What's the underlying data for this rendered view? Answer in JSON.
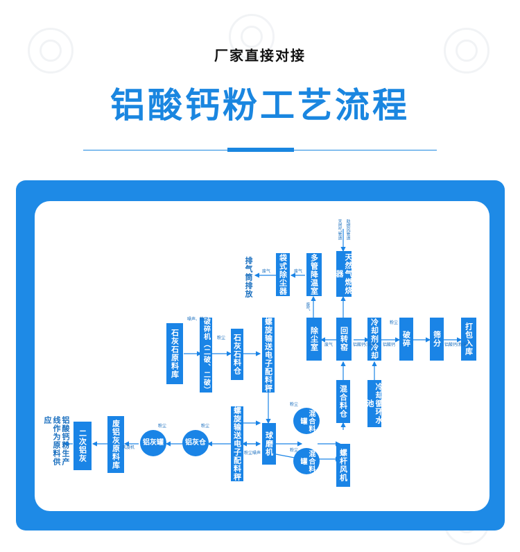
{
  "header": {
    "tagline": "厂家直接对接",
    "title": "铝酸钙粉工艺流程"
  },
  "colors": {
    "accent": "#1a84e6",
    "frame": "#1e8ae6",
    "label": "#1a6fbf"
  },
  "diagram": {
    "nodes": {
      "output_left": "铝酸钙粉生产线作为原料供应",
      "secondary_ash": "二次铝灰",
      "waste_ash_store": "废铝灰原料库",
      "ash_tank": "铝灰罐",
      "ash_silo": "铝灰仓",
      "limestone_store": "石灰石原料库",
      "crusher": "破碎机（二破、二破）",
      "lime_silo": "石灰石料仓",
      "screw_scale_upper": "螺旋输送电子配料秤",
      "screw_scale_lower": "螺旋输送电子配料秤",
      "ball_mill": "球磨机",
      "mix_tank_1": "混合料罐",
      "mix_tank_2": "混合料罐",
      "screw_fan": "螺杆风机",
      "mix_silo": "混合料仓",
      "rotary_kiln": "回转窑",
      "dust_room": "除尘室",
      "cooling_tower": "多管降温室",
      "bag_filter": "袋式除尘器",
      "gas_burner": "天然气燃烧器",
      "exhaust": "排气筒排放",
      "cooler": "冷却剂冷却",
      "cooling_water": "冷却循环水池",
      "crushing": "破碎",
      "sieving": "筛分",
      "packing": "打包入库"
    },
    "labels": {
      "fan": "风旋机",
      "dust1": "粉尘",
      "dust2": "粉尘",
      "dust3": "粉尘",
      "dust4": "粉尘",
      "dust5": "粉尘",
      "dust6": "粉尘",
      "noise_dust": "噪声、粉尘",
      "noise_dust2": "粉尘噪声",
      "exhaust_gas1": "废气",
      "exhaust_gas2": "废气",
      "exhaust_gas3": "废气",
      "exhaust_gas4": "废气",
      "fuel_in": "助燃风管道",
      "gas_in": "天然气管道",
      "product_block": "铝酸钙(块状)",
      "product_mid": "铝酸钙",
      "product_powder": "铝酸钙(粉末)"
    }
  }
}
